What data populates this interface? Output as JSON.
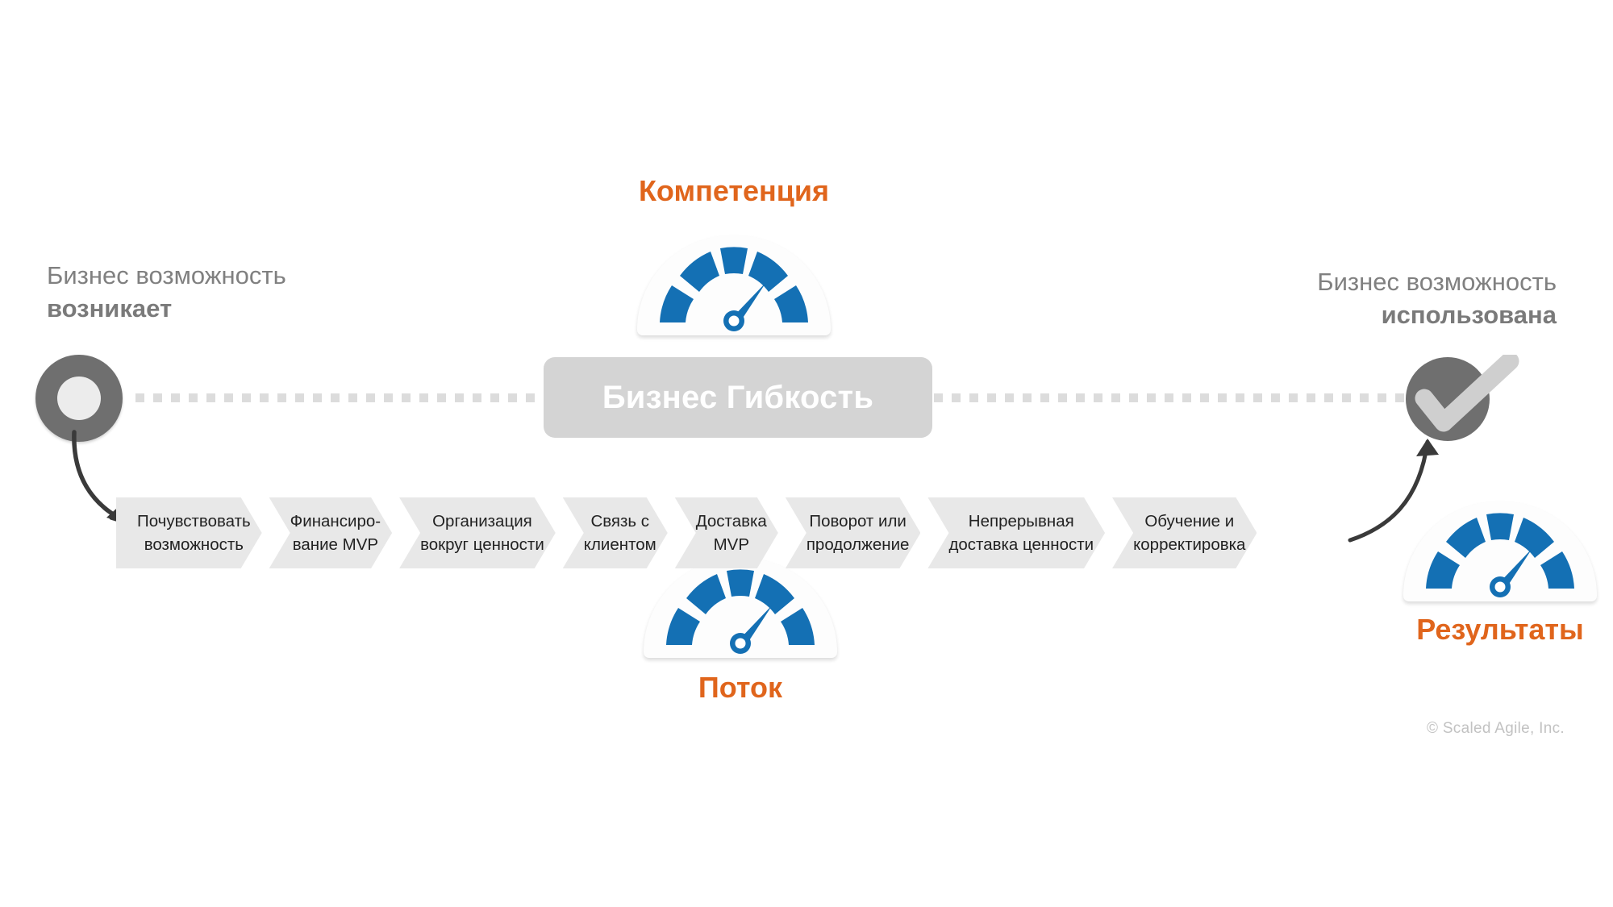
{
  "palette": {
    "gauge_blue": "#1470B4",
    "accent_orange": "#E0651C",
    "node_gray": "#6F6F6F",
    "chevron_gray": "#E8E8E8",
    "pill_gray": "#D4D4D4",
    "dot_gray": "#DCDCDC",
    "label_gray": "#808080",
    "background": "#FFFFFF"
  },
  "start_label": {
    "line1": "Бизнес возможность",
    "line2": "возникает"
  },
  "end_label": {
    "line1": "Бизнес возможность",
    "line2": "использована"
  },
  "center_badge": {
    "label": "Бизнес Гибкость"
  },
  "gauges": [
    {
      "id": "competence",
      "caption": "Компетенция",
      "needle_deg": 50,
      "segments": 5
    },
    {
      "id": "flow",
      "caption": "Поток",
      "needle_deg": 50,
      "segments": 5
    },
    {
      "id": "outcomes",
      "caption": "Результаты",
      "needle_deg": 50,
      "segments": 5
    }
  ],
  "pipeline": {
    "steps": [
      {
        "line1": "Почувствовать",
        "line2": "возможность"
      },
      {
        "line1": "Финансиро-",
        "line2": "вание MVP"
      },
      {
        "line1": "Организация",
        "line2": "вокруг ценности"
      },
      {
        "line1": "Связь с",
        "line2": "клиентом"
      },
      {
        "line1": "Доставка",
        "line2": "MVP"
      },
      {
        "line1": "Поворот или",
        "line2": "продолжение"
      },
      {
        "line1": "Непрерывная",
        "line2": "доставка ценности"
      },
      {
        "line1": "Обучение и",
        "line2": "корректировка"
      }
    ]
  },
  "icons": {
    "start_node": "ring-icon",
    "end_node": "check-circle-icon",
    "arrow_in": "curved-arrow-down-right-icon",
    "arrow_out": "curved-arrow-up-right-icon"
  },
  "copyright": "© Scaled Agile, Inc."
}
